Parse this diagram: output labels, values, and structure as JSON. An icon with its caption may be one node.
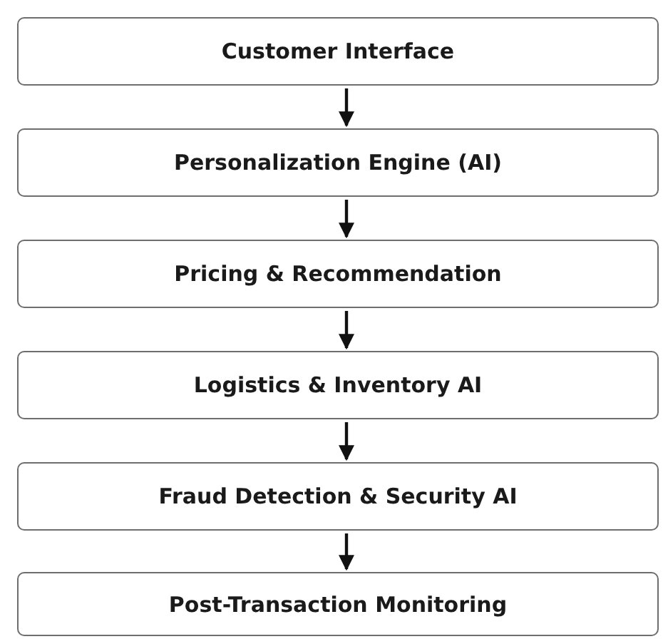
{
  "diagram": {
    "nodes": [
      {
        "text": [
          "Customer Interface"
        ]
      },
      {
        "text": [
          "Personalization Engine (AI)"
        ]
      },
      {
        "text": [
          "Pricing & Recommendation"
        ]
      },
      {
        "text": [
          "Logistics & Inventory AI"
        ]
      },
      {
        "text": [
          "Fraud Detection & Security AI"
        ]
      },
      {
        "text": [
          "Post-Transaction Monitoring"
        ]
      }
    ],
    "edges": [
      {
        "from": 0,
        "to": 1,
        "arrow": "to"
      },
      {
        "from": 1,
        "to": 2,
        "arrow": "to"
      },
      {
        "from": 2,
        "to": 3,
        "arrow": "to"
      },
      {
        "from": 3,
        "to": 4,
        "arrow": "to"
      },
      {
        "from": 4,
        "to": 5,
        "arrow": "to"
      }
    ]
  }
}
